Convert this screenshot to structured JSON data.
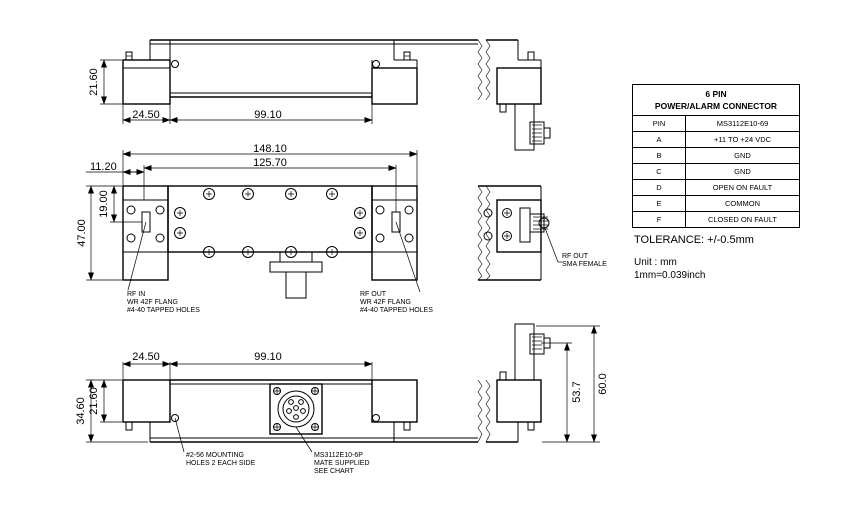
{
  "dimensions": {
    "d_21_60": "21.60",
    "d_24_50": "24.50",
    "d_99_10": "99.10",
    "d_148_10": "148.10",
    "d_125_70": "125.70",
    "d_11_20": "11.20",
    "d_19_00": "19.00",
    "d_47_00": "47.00",
    "d_34_60": "34.60",
    "d_53_7": "53.7",
    "d_60_0": "60.0"
  },
  "notes": {
    "rf_in": [
      "RF IN",
      "WR 42F FLANG",
      "#4-40 TAPPED HOLES"
    ],
    "rf_out": [
      "RF OUT",
      "WR 42F FLANG",
      "#4-40 TAPPED HOLES"
    ],
    "rf_out_sma": [
      "RF OUT",
      "SMA FEMALE"
    ],
    "mounting": [
      "#2-56 MOUNTING",
      "HOLES 2 EACH SIDE"
    ],
    "connector": [
      "MS3112E10-6P",
      "MATE SUPPLIED",
      "SEE CHART"
    ]
  },
  "table": {
    "title_line1": "6 PIN",
    "title_line2": "POWER/ALARM CONNECTOR",
    "col_pin": "PIN",
    "col_part": "MS3112E10-69",
    "rows": [
      {
        "pin": "A",
        "desc": "+11 TO +24 VDC"
      },
      {
        "pin": "B",
        "desc": "GND"
      },
      {
        "pin": "C",
        "desc": "GND"
      },
      {
        "pin": "D",
        "desc": "OPEN ON FAULT"
      },
      {
        "pin": "E",
        "desc": "COMMON"
      },
      {
        "pin": "F",
        "desc": "CLOSED ON FAULT"
      }
    ]
  },
  "tolerance": "TOLERANCE: +/-0.5mm",
  "unit": "Unit : mm",
  "conversion": "1mm=0.039inch"
}
